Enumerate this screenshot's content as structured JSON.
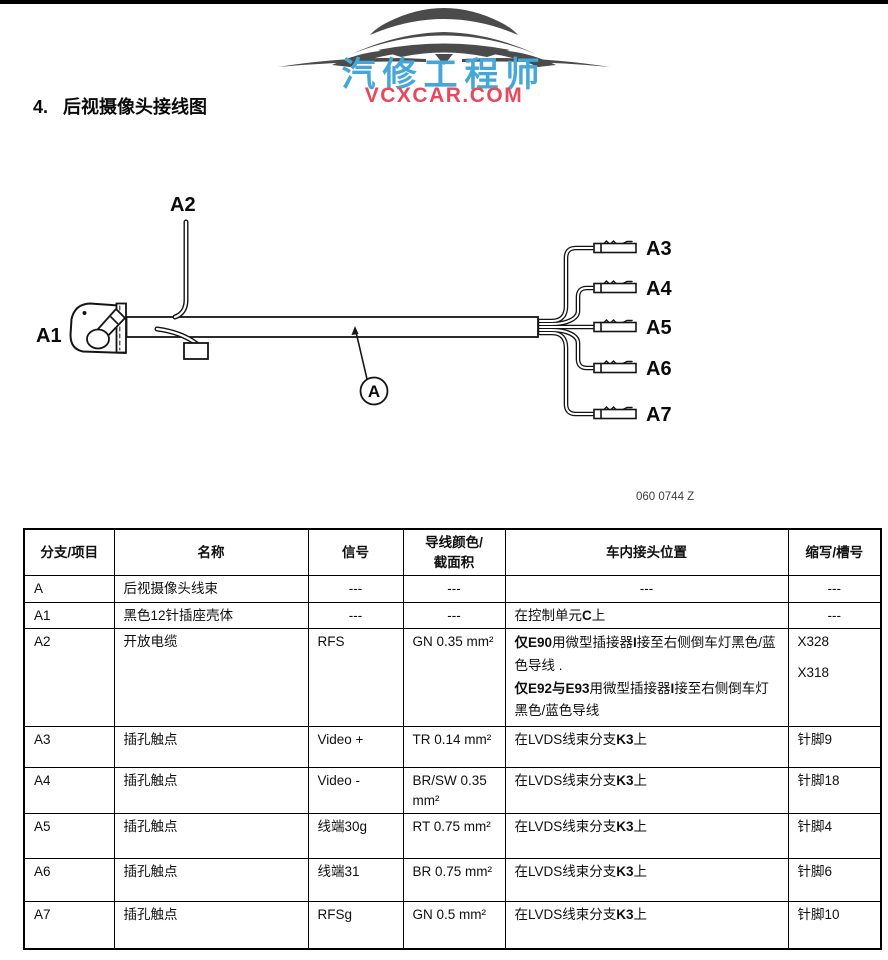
{
  "logo": {
    "title": "汽修工程师",
    "subtitle": "VCXCAR.COM",
    "title_color": "#45a7d9",
    "subtitle_color": "#e8485c",
    "car_color": "#4b4b4b"
  },
  "heading": {
    "number": "4.",
    "text": "后视摄像头接线图"
  },
  "diagram": {
    "labels": {
      "a": "A",
      "a1": "A1",
      "a2": "A2",
      "a3": "A3",
      "a4": "A4",
      "a5": "A5",
      "a6": "A6",
      "a7": "A7"
    },
    "caption": "060 0744 Z"
  },
  "table": {
    "headers": [
      "分支/项目",
      "名称",
      "信号",
      "导线颜色/\n截面积",
      "车内接头位置",
      "缩写/槽号"
    ],
    "rows": [
      {
        "item": "A",
        "name": "后视摄像头线束",
        "signal": "---",
        "color": "---",
        "location": "---",
        "slot": "---"
      },
      {
        "item": "A1",
        "name": "黑色12针插座壳体",
        "signal": "---",
        "color": "---",
        "location_segs": [
          {
            "t": "在控制单元",
            "b": false
          },
          {
            "t": "C",
            "b": true
          },
          {
            "t": "上",
            "b": false
          }
        ],
        "slot": "---"
      },
      {
        "item": "A2",
        "name": "开放电缆",
        "signal": "RFS",
        "color": "GN 0.35 mm²",
        "location_p1": [
          {
            "t": "仅E90",
            "b": true
          },
          {
            "t": "用微型插接器",
            "b": false
          },
          {
            "t": "I",
            "b": true
          },
          {
            "t": "接至右侧倒车灯黑色/蓝色导线 .",
            "b": false
          }
        ],
        "location_p2": [
          {
            "t": "仅E92与E93",
            "b": true
          },
          {
            "t": "用微型插接器",
            "b": false
          },
          {
            "t": "I",
            "b": true
          },
          {
            "t": "接至右侧倒车灯黑色/蓝色导线",
            "b": false
          }
        ],
        "slot1": "X328",
        "slot2": "X318"
      },
      {
        "item": "A3",
        "name": "插孔触点",
        "signal": "Video +",
        "color": "TR 0.14 mm²",
        "location_segs": [
          {
            "t": "在LVDS线束分支",
            "b": false
          },
          {
            "t": "K3",
            "b": true
          },
          {
            "t": "上",
            "b": false
          }
        ],
        "slot": "针脚9"
      },
      {
        "item": "A4",
        "name": "插孔触点",
        "signal": "Video -",
        "color": "BR/SW 0.35 mm²",
        "location_segs": [
          {
            "t": "在LVDS线束分支",
            "b": false
          },
          {
            "t": "K3",
            "b": true
          },
          {
            "t": "上",
            "b": false
          }
        ],
        "slot": "针脚18"
      },
      {
        "item": "A5",
        "name": "插孔触点",
        "signal": "线端30g",
        "color": "RT 0.75 mm²",
        "location_segs": [
          {
            "t": "在LVDS线束分支",
            "b": false
          },
          {
            "t": "K3",
            "b": true
          },
          {
            "t": "上",
            "b": false
          }
        ],
        "slot": "针脚4"
      },
      {
        "item": "A6",
        "name": "插孔触点",
        "signal": "线端31",
        "color": "BR 0.75 mm²",
        "location_segs": [
          {
            "t": "在LVDS线束分支",
            "b": false
          },
          {
            "t": "K3",
            "b": true
          },
          {
            "t": "上",
            "b": false
          }
        ],
        "slot": "针脚6"
      },
      {
        "item": "A7",
        "name": "插孔触点",
        "signal": "RFSg",
        "color": "GN 0.5 mm²",
        "location_segs": [
          {
            "t": "在LVDS线束分支",
            "b": false
          },
          {
            "t": "K3",
            "b": true
          },
          {
            "t": "上",
            "b": false
          }
        ],
        "slot": "针脚10"
      }
    ]
  }
}
